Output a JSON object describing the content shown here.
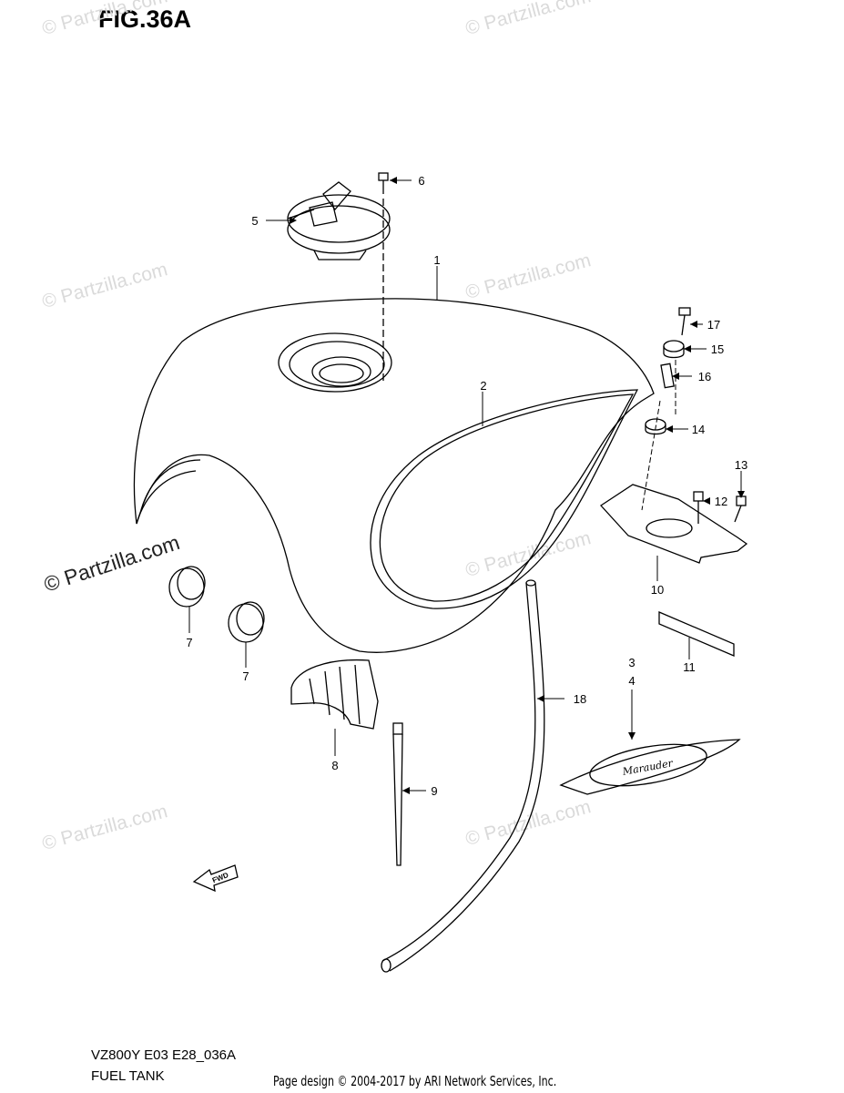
{
  "figure": {
    "title": "FIG.36A",
    "model_code": "VZ800Y E03 E28_036A",
    "section_name": "FUEL TANK",
    "credit": "Page design © 2004-2017 by ARI Network Services, Inc.",
    "fwd_label": "FWD",
    "emblem_script": "Marauder"
  },
  "watermark": {
    "text": "© Partzilla.com",
    "main_text": "© Partzilla.com"
  },
  "callouts": [
    "1",
    "2",
    "3",
    "4",
    "5",
    "6",
    "7",
    "7",
    "8",
    "9",
    "10",
    "11",
    "12",
    "13",
    "14",
    "15",
    "16",
    "17",
    "18"
  ]
}
